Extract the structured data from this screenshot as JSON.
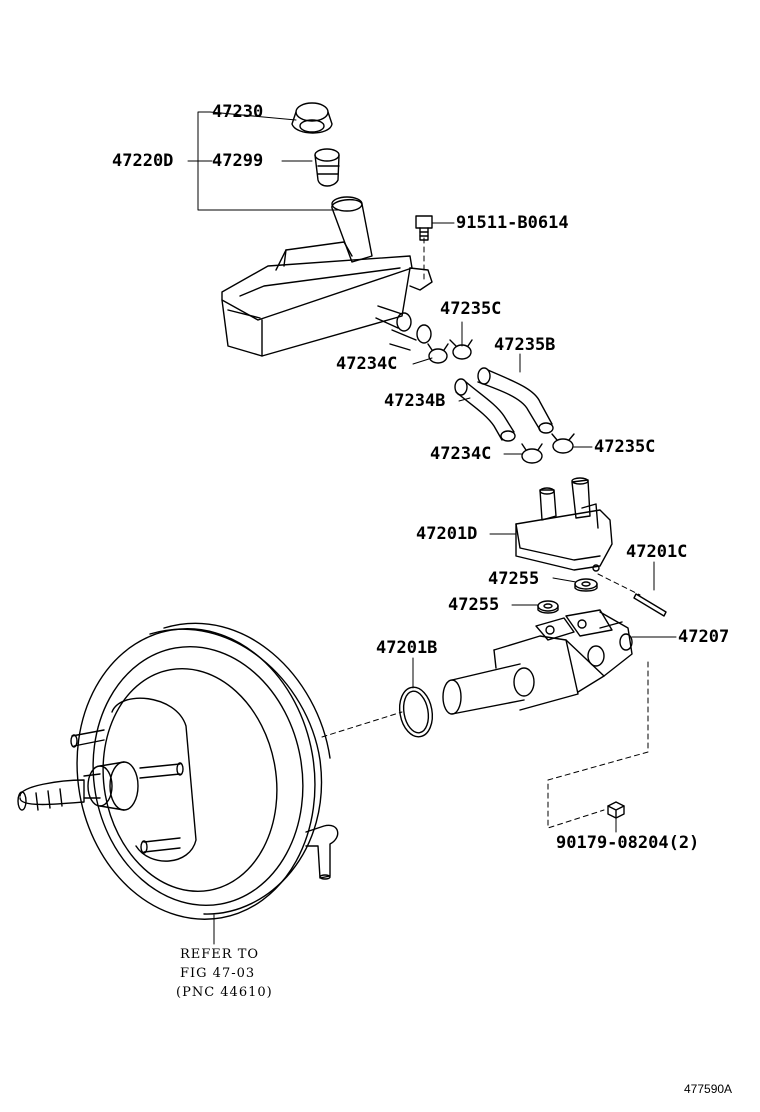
{
  "parts": {
    "p47230": "47230",
    "p47220D": "47220D",
    "p47299": "47299",
    "p91511": "91511-B0614",
    "p47235C_top": "47235C",
    "p47234C_top": "47234C",
    "p47235B": "47235B",
    "p47234B": "47234B",
    "p47234C_bot": "47234C",
    "p47235C_bot": "47235C",
    "p47201D": "47201D",
    "p47201C": "47201C",
    "p47255_a": "47255",
    "p47255_b": "47255",
    "p47201B": "47201B",
    "p47207": "47207",
    "p90179": "90179-08204(2)"
  },
  "note": {
    "line1": "REFER TO",
    "line2": "FIG 47-03",
    "line3": "(PNC 44610)"
  },
  "figure_id": "477590A"
}
